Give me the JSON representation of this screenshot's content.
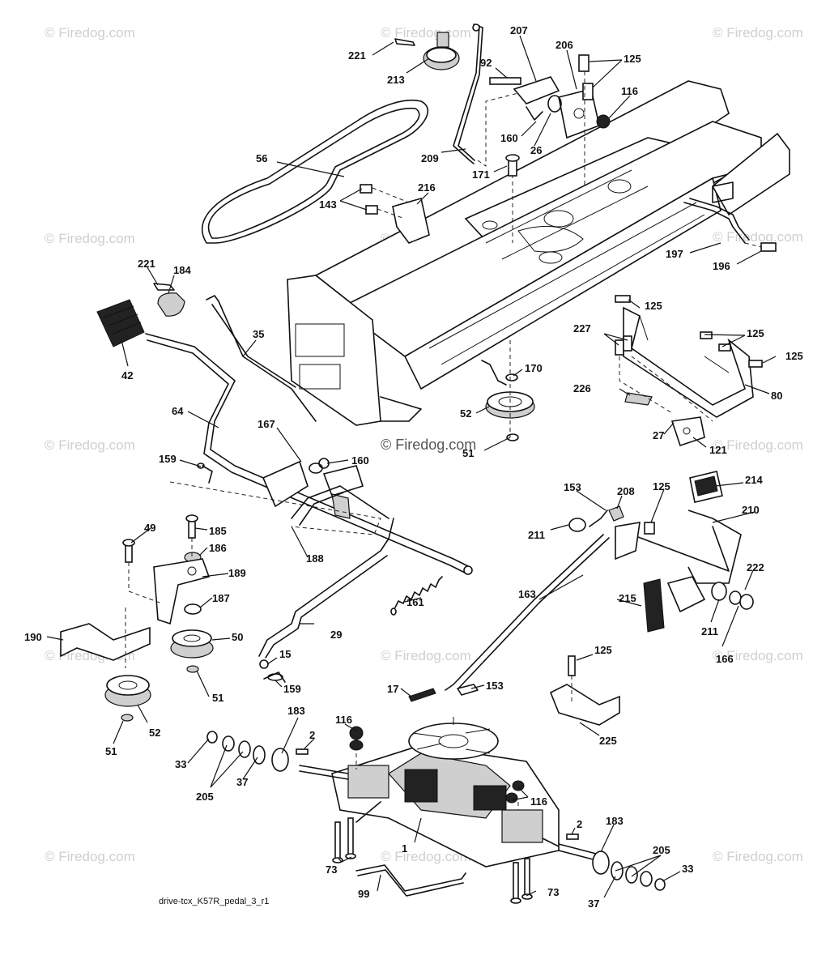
{
  "watermark": "© Firedog.com",
  "caption": "drive-tcx_K57R_pedal_3_r1",
  "callouts": [
    "221",
    "213",
    "207",
    "206",
    "125",
    "92",
    "116",
    "160",
    "26",
    "56",
    "209",
    "171",
    "216",
    "143",
    "197",
    "196",
    "221",
    "184",
    "35",
    "42",
    "125",
    "227",
    "125",
    "125",
    "80",
    "226",
    "170",
    "52",
    "64",
    "167",
    "160",
    "27",
    "121",
    "159",
    "51",
    "214",
    "153",
    "208",
    "125",
    "210",
    "49",
    "185",
    "186",
    "188",
    "211",
    "222",
    "189",
    "187",
    "161",
    "163",
    "215",
    "211",
    "166",
    "190",
    "50",
    "29",
    "15",
    "159",
    "125",
    "17",
    "153",
    "51",
    "52",
    "51",
    "183",
    "116",
    "2",
    "225",
    "33",
    "205",
    "37",
    "116",
    "183",
    "2",
    "1",
    "205",
    "33",
    "73",
    "99",
    "73",
    "37"
  ]
}
